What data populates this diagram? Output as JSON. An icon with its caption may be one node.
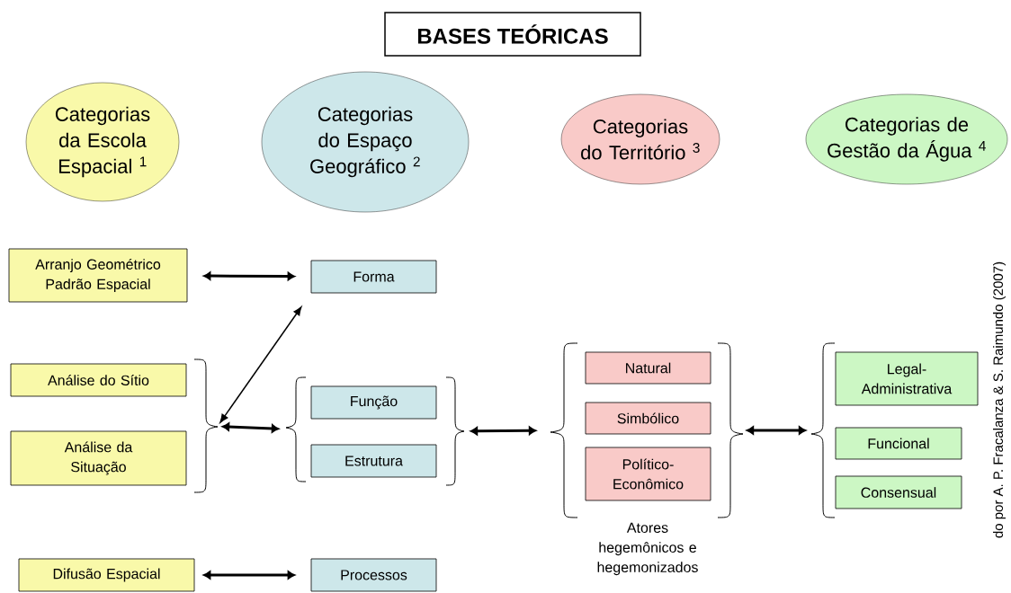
{
  "diagram": {
    "title": "BASES TEÓRICAS",
    "nodes": [
      {
        "text": [
          "Categorias da Escola Espacial $^{1}$"
        ]
      },
      {
        "text": [
          "Categorias do Espaço Geográfico $^{2}$"
        ]
      },
      {
        "text": [
          "Categorias do Território $^{3}$"
        ]
      },
      {
        "text": [
          "Categorias de Gestão da Água $^{4}$"
        ]
      },
      {
        "text": [
          "Arranjo Geométrico Padrão Espacial"
        ]
      },
      {
        "text": [
          "Forma"
        ]
      },
      {
        "text": [
          "Análise do Sítio"
        ]
      },
      {
        "text": [
          "Análise da Situação"
        ]
      },
      {
        "text": [
          "Função"
        ]
      },
      {
        "text": [
          "Estrutura"
        ]
      },
      {
        "text": [
          "Natural"
        ]
      },
      {
        "text": [
          "Simbólico"
        ]
      },
      {
        "text": [
          "Político-Econômico"
        ]
      },
      {
        "text": [
          "Legal-Administrativa"
        ]
      },
      {
        "text": [
          "Funcional"
        ]
      },
      {
        "text": [
          "Consensual"
        ]
      },
      {
        "text": [
          "Difusão Espacial"
        ]
      },
      {
        "text": [
          "Processos"
        ]
      },
      {
        "text": [],
        "shape": "bracket"
      },
      {
        "text": [],
        "shape": "bracket"
      },
      {
        "text": [],
        "shape": "bracket"
      },
      {
        "text": [],
        "shape": "bracket"
      },
      {
        "text": [],
        "shape": "bracket"
      },
      {
        "text": [],
        "shape": "bracket"
      }
    ],
    "edges": [
      {
        "from": 4,
        "to": 5,
        "arrow": "both"
      },
      {
        "from": 5,
        "to": 18,
        "arrow": "both"
      },
      {
        "from": 18,
        "to": 19,
        "arrow": "both"
      },
      {
        "from": 20,
        "to": 21,
        "arrow": "both"
      },
      {
        "from": 22,
        "to": 23,
        "arrow": "both"
      },
      {
        "from": 16,
        "to": 17,
        "arrow": "both"
      }
    ],
    "labels": [
      "Atores hegemônicos e hegemonizados",
      "do por A. P. Fracalanza & S. Raimundo (2007)"
    ]
  }
}
